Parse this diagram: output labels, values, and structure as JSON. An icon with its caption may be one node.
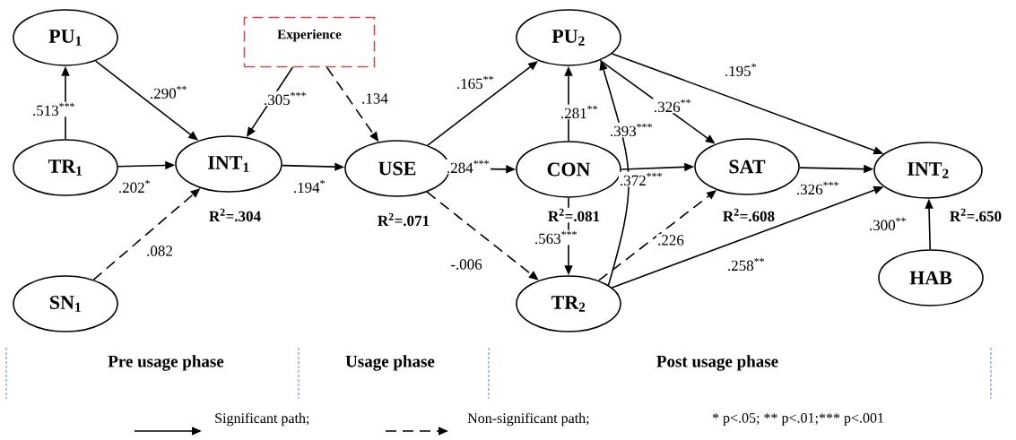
{
  "diagram": {
    "nodes": [
      {
        "text": [
          "PU$_{1}$"
        ]
      },
      {
        "text": [
          "TR$_{1}$"
        ]
      },
      {
        "text": [
          "INT$_{1}$"
        ],
        "beside": [
          "R$^{2}$=.304"
        ]
      },
      {
        "text": [
          "Experience"
        ]
      },
      {
        "text": [
          "USE"
        ],
        "beside": [
          "R$^{2}$=.071"
        ]
      },
      {
        "text": [
          "SN$_{1}$"
        ]
      },
      {
        "text": [
          "PU$_{2}$"
        ]
      },
      {
        "text": [
          "CON"
        ],
        "beside": [
          "R$^{2}$=.081"
        ]
      },
      {
        "text": [
          "SAT"
        ],
        "beside": [
          "R$^{2}$=.608"
        ]
      },
      {
        "text": [
          "INT$_{2}$"
        ],
        "beside": [
          "R$^{2}$=.650"
        ]
      },
      {
        "text": [
          "TR$_{2}$"
        ]
      },
      {
        "text": [
          "HAB"
        ]
      }
    ],
    "edges": [
      {
        "from": 1,
        "to": 0,
        "arrow": "to",
        "label": ".513$^{***}$"
      },
      {
        "from": 0,
        "to": 2,
        "arrow": "to",
        "label": ".290$^{**}$"
      },
      {
        "from": 1,
        "to": 2,
        "arrow": "to",
        "label": ".202$^{*}$"
      },
      {
        "from": 5,
        "to": 2,
        "arrow": "to",
        "label": ".082",
        "style": "dashed"
      },
      {
        "from": 3,
        "to": 2,
        "arrow": "to",
        "label": ".305$^{***}$"
      },
      {
        "from": 3,
        "to": 4,
        "arrow": "to",
        "label": ".134",
        "style": "dashed"
      },
      {
        "from": 2,
        "to": 4,
        "arrow": "to",
        "label": ".194$^{*}$"
      },
      {
        "from": 4,
        "to": 6,
        "arrow": "to",
        "label": ".165$^{**}$"
      },
      {
        "from": 4,
        "to": 7,
        "arrow": "to",
        "label": ".284$^{***}$"
      },
      {
        "from": 4,
        "to": 10,
        "arrow": "to",
        "label": "-.006",
        "style": "dashed"
      },
      {
        "from": 7,
        "to": 6,
        "arrow": "to",
        "label": ".281$^{**}$"
      },
      {
        "from": 10,
        "to": 6,
        "arrow": "to",
        "label": ".393$^{***}$"
      },
      {
        "from": 6,
        "to": 8,
        "arrow": "to",
        "label": ".326$^{**}$"
      },
      {
        "from": 7,
        "to": 8,
        "arrow": "to",
        "label": ".372$^{***}$"
      },
      {
        "from": 6,
        "to": 9,
        "arrow": "to",
        "label": ".195$^{*}$"
      },
      {
        "from": 8,
        "to": 9,
        "arrow": "to",
        "label": ".326$^{***}$"
      },
      {
        "from": 10,
        "to": 8,
        "arrow": "to",
        "label": ".226",
        "style": "dashed"
      },
      {
        "from": 10,
        "to": 9,
        "arrow": "to",
        "label": ".258$^{**}$"
      },
      {
        "from": 11,
        "to": 9,
        "arrow": "to",
        "label": ".300$^{**}$"
      },
      {
        "from": 7,
        "to": 10,
        "arrow": "to",
        "label": ".563$^{***}$"
      }
    ],
    "labels": [
      "Pre usage phase",
      "Usage phase",
      "Post usage phase",
      "* p<.05; ** p<.01;*** p<.001"
    ],
    "legend": [
      {
        "text": "Significant path;"
      },
      {
        "text": "Non-significant path;"
      }
    ]
  }
}
